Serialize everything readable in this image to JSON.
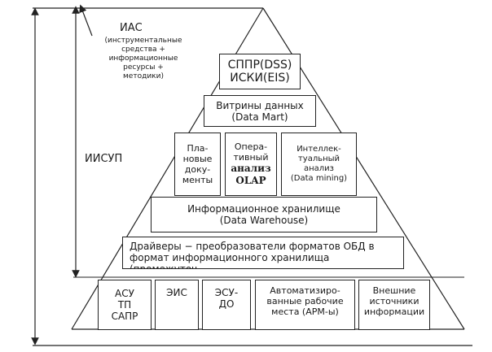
{
  "left_labels": {
    "ias_title": "ИАС",
    "ias_note": "(инструментальные\nсредства +\nинформационные\nресурсы +\nметодики)",
    "iisup": "ИИСУП"
  },
  "pyramid": {
    "apex": "СППР(DSS)\nИСКИ(EIS)",
    "marts": "Витрины данных\n(Data Mart)",
    "plan_docs": "Пла-\nновые\nдоку-\nменты",
    "olap_pre": "Опера-\nтивный",
    "olap_bold": "анализ\nOLAP",
    "data_mining": "Интеллек-\nтуальный\nанализ\n(Data mining)",
    "warehouse": "Информационное хранилище\n(Data Warehouse)",
    "drivers": "Драйверы − преобразователи форматов ОБД в\nформат информационного хранилища (промежуточ-",
    "base": {
      "asu": "АСУ\nТП\nСАПР",
      "eis": "ЭИС",
      "esu": "ЭСУ-\nДО",
      "arm": "Автоматизиро-\nванные рабочие\nместа (АРМ-ы)",
      "external": "Внешние\nисточники\nинформации"
    }
  }
}
